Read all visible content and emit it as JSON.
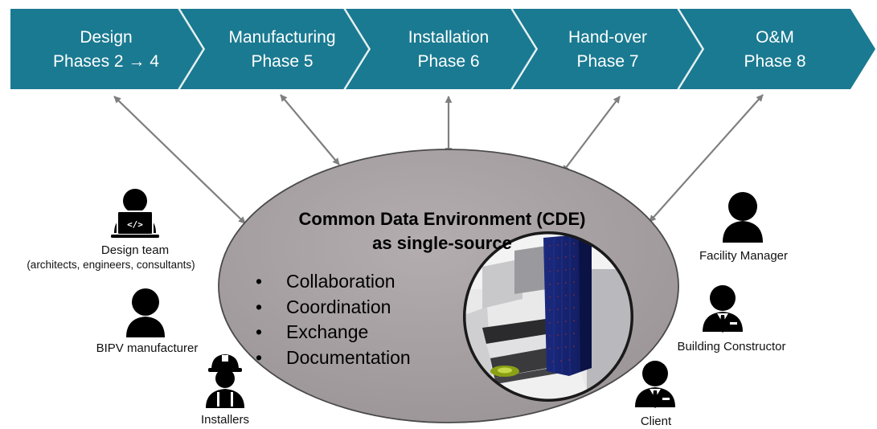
{
  "phases": [
    {
      "name": "Design",
      "phase": "Phases 2 → 4"
    },
    {
      "name": "Manufacturing",
      "phase": "Phase 5"
    },
    {
      "name": "Installation",
      "phase": "Phase 6"
    },
    {
      "name": "Hand-over",
      "phase": "Phase 7"
    },
    {
      "name": "O&M",
      "phase": "Phase 8"
    }
  ],
  "cde": {
    "title_line1": "Common Data Environment (CDE)",
    "title_line2": "as single-source",
    "bullets": [
      "Collaboration",
      "Coordination",
      "Exchange",
      "Documentation"
    ]
  },
  "stakeholders": {
    "design_team": {
      "label": "Design team",
      "sublabel": "(architects, engineers, consultants)",
      "icon": "developer-laptop-icon"
    },
    "bipv_manufacturer": {
      "label": "BIPV manufacturer",
      "icon": "person-icon"
    },
    "installers": {
      "label": "Installers",
      "icon": "worker-hardhat-icon"
    },
    "facility_manager": {
      "label": "Facility Manager",
      "icon": "person-icon"
    },
    "building_constructor": {
      "label": "Building Constructor",
      "icon": "businessman-icon"
    },
    "client": {
      "label": "Client",
      "icon": "businessman-icon"
    }
  },
  "colors": {
    "phase_fill": "#1a7a91",
    "phase_separator": "#d9e8ec",
    "ellipse_fill": "#a7a0a2",
    "arrow": "#7f7f7f",
    "icon": "#000000"
  }
}
